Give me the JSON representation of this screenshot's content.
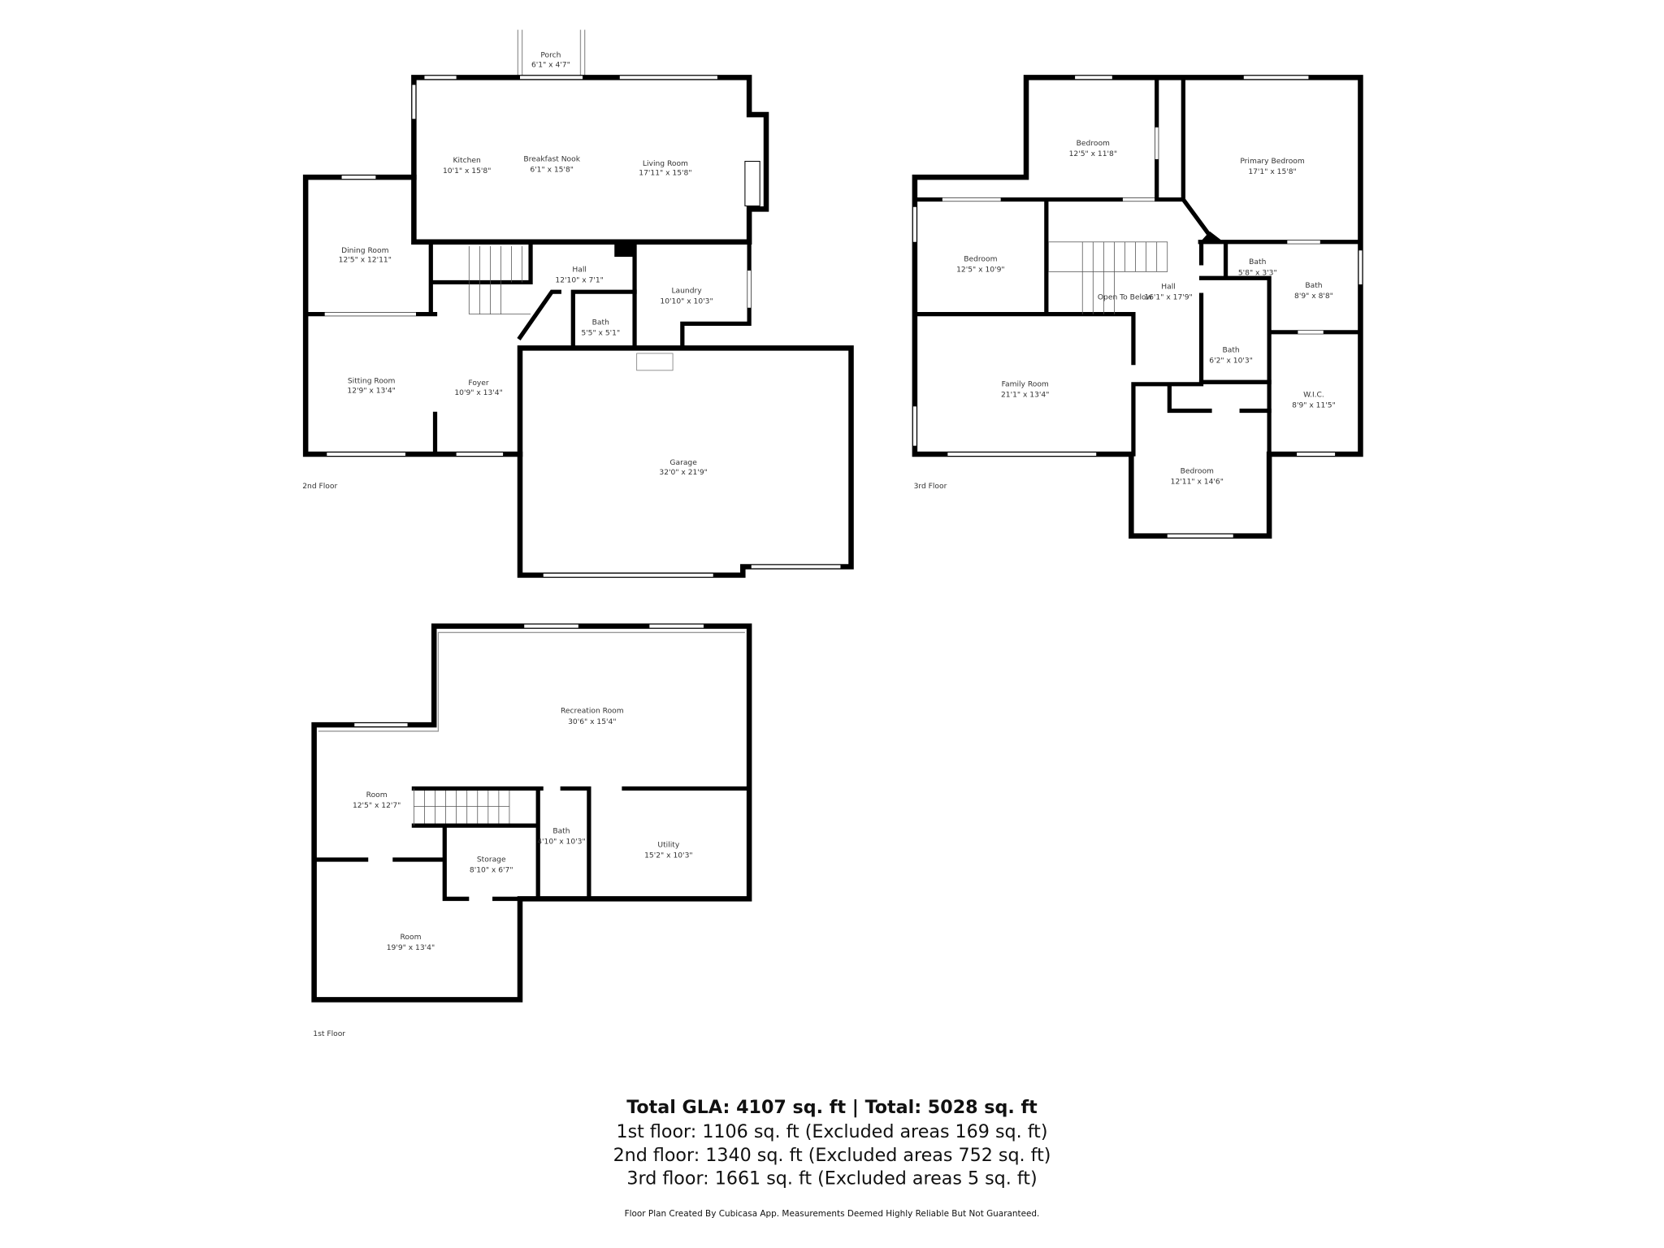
{
  "floors": {
    "second": {
      "label": "2nd Floor",
      "rooms": {
        "porch": {
          "name": "Porch",
          "size": "6'1\" x 4'7\""
        },
        "kitchen": {
          "name": "Kitchen",
          "size": "10'1\" x 15'8\""
        },
        "nook": {
          "name": "Breakfast Nook",
          "size": "6'1\" x 15'8\""
        },
        "living": {
          "name": "Living Room",
          "size": "17'11\" x 15'8\""
        },
        "dining": {
          "name": "Dining Room",
          "size": "12'5\" x 12'11\""
        },
        "hall": {
          "name": "Hall",
          "size": "12'10\" x 7'1\""
        },
        "laundry": {
          "name": "Laundry",
          "size": "10'10\" x 10'3\""
        },
        "bath": {
          "name": "Bath",
          "size": "5'5\" x 5'1\""
        },
        "sitting": {
          "name": "Sitting Room",
          "size": "12'9\" x 13'4\""
        },
        "foyer": {
          "name": "Foyer",
          "size": "10'9\" x 13'4\""
        },
        "garage": {
          "name": "Garage",
          "size": "32'0\" x 21'9\""
        }
      }
    },
    "third": {
      "label": "3rd Floor",
      "rooms": {
        "bedroom1": {
          "name": "Bedroom",
          "size": "12'5\" x 11'8\""
        },
        "primary": {
          "name": "Primary Bedroom",
          "size": "17'1\" x 15'8\""
        },
        "bedroom2": {
          "name": "Bedroom",
          "size": "12'5\" x 10'9\""
        },
        "bath1": {
          "name": "Bath",
          "size": "5'8\" x 3'3\""
        },
        "hall": {
          "name": "Hall",
          "size": "16'1\" x 17'9\""
        },
        "open_below": {
          "name": "Open To Below"
        },
        "bath2": {
          "name": "Bath",
          "size": "8'9\" x 8'8\""
        },
        "bath3": {
          "name": "Bath",
          "size": "6'2\" x 10'3\""
        },
        "family": {
          "name": "Family Room",
          "size": "21'1\" x 13'4\""
        },
        "wic": {
          "name": "W.I.C.",
          "size": "8'9\" x 11'5\""
        },
        "bedroom3": {
          "name": "Bedroom",
          "size": "12'11\" x 14'6\""
        }
      }
    },
    "first": {
      "label": "1st Floor",
      "rooms": {
        "recreation": {
          "name": "Recreation Room",
          "size": "30'6\" x 15'4\""
        },
        "room1": {
          "name": "Room",
          "size": "12'5\" x 12'7\""
        },
        "bath": {
          "name": "Bath",
          "size": "4'10\" x 10'3\""
        },
        "utility": {
          "name": "Utility",
          "size": "15'2\" x 10'3\""
        },
        "storage": {
          "name": "Storage",
          "size": "8'10\" x 6'7\""
        },
        "room2": {
          "name": "Room",
          "size": "19'9\" x 13'4\""
        }
      }
    }
  },
  "summary": {
    "total": "Total GLA: 4107 sq. ft | Total: 5028 sq. ft",
    "first": "1st floor: 1106 sq. ft (Excluded areas 169 sq. ft)",
    "second": "2nd floor: 1340 sq. ft (Excluded areas 752 sq. ft)",
    "third": "3rd floor: 1661 sq. ft (Excluded areas 5 sq. ft)",
    "disclaimer": "Floor Plan Created By Cubicasa App. Measurements Deemed Highly Reliable But Not Guaranteed."
  }
}
